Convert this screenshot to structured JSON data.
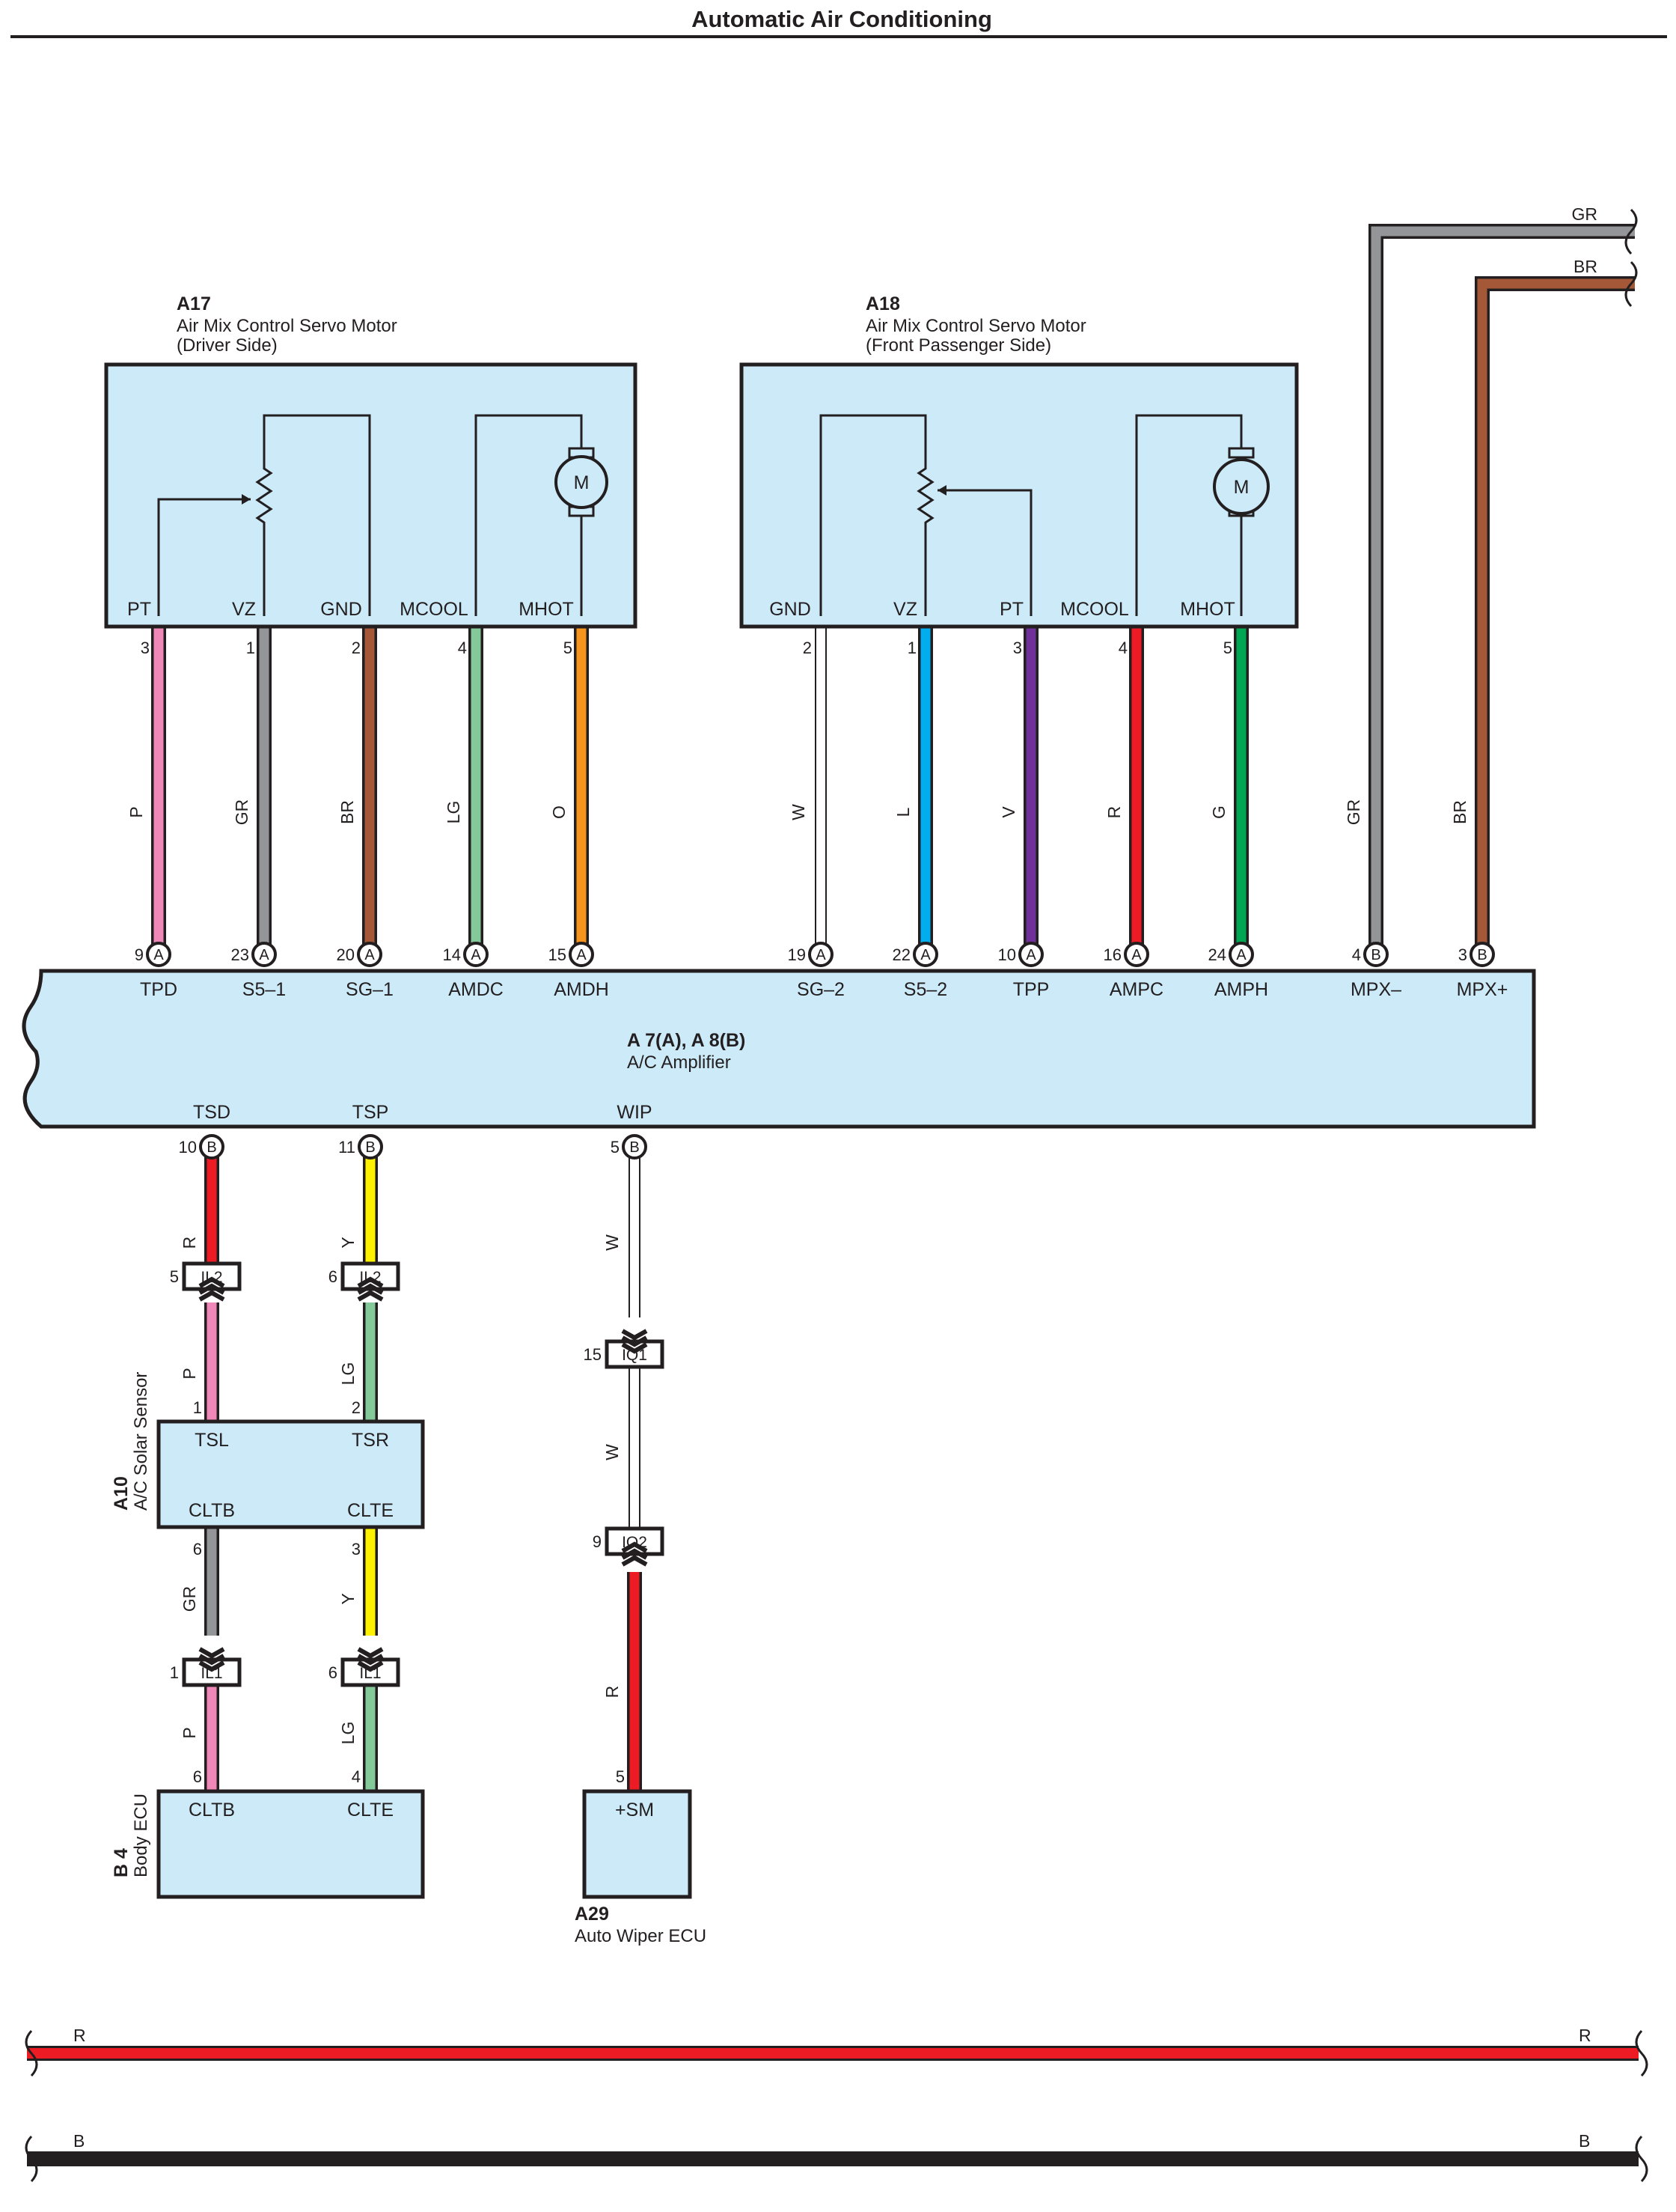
{
  "title": "Automatic Air Conditioning",
  "colors": {
    "box_fill": "#cceaf8",
    "outline": "#231f20",
    "P": "#ef88b9",
    "GR": "#939598",
    "BR": "#a55837",
    "LG": "#83c99a",
    "O": "#f7941d",
    "W": "#ffffff",
    "L": "#00aeef",
    "V": "#70309a",
    "R": "#ed1c24",
    "G": "#00a651",
    "Y": "#fff200",
    "B": "#231f20"
  },
  "components": {
    "a17": {
      "id": "A17",
      "name_line1": "Air Mix Control Servo Motor",
      "name_line2": "(Driver Side)",
      "terminals": [
        "PT",
        "VZ",
        "GND",
        "MCOOL",
        "MHOT"
      ],
      "motor_label": "M"
    },
    "a18": {
      "id": "A18",
      "name_line1": "Air Mix Control Servo Motor",
      "name_line2": "(Front Passenger Side)",
      "terminals": [
        "GND",
        "VZ",
        "PT",
        "MCOOL",
        "MHOT"
      ],
      "motor_label": "M"
    },
    "amplifier": {
      "id": "A 7(A), A 8(B)",
      "name": "A/C Amplifier"
    },
    "a10": {
      "id": "A10",
      "name": "A/C Solar Sensor",
      "terminals": [
        "TSL",
        "TSR",
        "CLTB",
        "CLTE"
      ]
    },
    "b4": {
      "id": "B 4",
      "name": "Body ECU",
      "terminals": [
        "CLTB",
        "CLTE"
      ]
    },
    "a29": {
      "id": "A29",
      "name": "Auto Wiper ECU",
      "terminals": [
        "+SM"
      ]
    }
  },
  "upper_wires": [
    {
      "color": "P",
      "top_pin": "3",
      "amp_pin": "9",
      "conn": "A",
      "amp_term": "TPD"
    },
    {
      "color": "GR",
      "top_pin": "1",
      "amp_pin": "23",
      "conn": "A",
      "amp_term": "S5–1"
    },
    {
      "color": "BR",
      "top_pin": "2",
      "amp_pin": "20",
      "conn": "A",
      "amp_term": "SG–1"
    },
    {
      "color": "LG",
      "top_pin": "4",
      "amp_pin": "14",
      "conn": "A",
      "amp_term": "AMDC"
    },
    {
      "color": "O",
      "top_pin": "5",
      "amp_pin": "15",
      "conn": "A",
      "amp_term": "AMDH"
    },
    {
      "color": "W",
      "top_pin": "2",
      "amp_pin": "19",
      "conn": "A",
      "amp_term": "SG–2"
    },
    {
      "color": "L",
      "top_pin": "1",
      "amp_pin": "22",
      "conn": "A",
      "amp_term": "S5–2"
    },
    {
      "color": "V",
      "top_pin": "3",
      "amp_pin": "10",
      "conn": "A",
      "amp_term": "TPP"
    },
    {
      "color": "R",
      "top_pin": "4",
      "amp_pin": "16",
      "conn": "A",
      "amp_term": "AMPC"
    },
    {
      "color": "G",
      "top_pin": "5",
      "amp_pin": "24",
      "conn": "A",
      "amp_term": "AMPH"
    },
    {
      "color": "GR",
      "top_pin": "",
      "amp_pin": "4",
      "conn": "B",
      "amp_term": "MPX–"
    },
    {
      "color": "BR",
      "top_pin": "",
      "amp_pin": "3",
      "conn": "B",
      "amp_term": "MPX+"
    }
  ],
  "offpage_wires": [
    "GR",
    "BR"
  ],
  "lower_terminals": [
    {
      "term": "TSD",
      "pin": "10",
      "conn": "B"
    },
    {
      "term": "TSP",
      "pin": "11",
      "conn": "B"
    },
    {
      "term": "WIP",
      "pin": "5",
      "conn": "B"
    }
  ],
  "tsd_chain": {
    "wire1": "R",
    "il2_pin": "5",
    "il2_label": "IL2",
    "wire2": "P",
    "sensor_pin": "1",
    "sensor_out_pin": "6",
    "wire3": "GR",
    "il1_pin": "1",
    "il1_label": "IL1",
    "wire4": "P",
    "ecu_pin": "6"
  },
  "tsp_chain": {
    "wire1": "Y",
    "il2_pin": "6",
    "il2_label": "IL2",
    "wire2": "LG",
    "sensor_pin": "2",
    "sensor_out_pin": "3",
    "wire3": "Y",
    "il1_pin": "6",
    "il1_label": "IL1",
    "wire4": "LG",
    "ecu_pin": "4"
  },
  "wip_chain": {
    "wire1": "W",
    "iq1_pin": "15",
    "iq1_label": "IQ1",
    "wire2": "W",
    "io2_pin": "9",
    "io2_label": "IO2",
    "wire3": "R",
    "ecu_pin": "5"
  },
  "bus_lines": [
    {
      "color": "R",
      "label_left": "R",
      "label_right": "R"
    },
    {
      "color": "B",
      "label_left": "B",
      "label_right": "B"
    }
  ]
}
